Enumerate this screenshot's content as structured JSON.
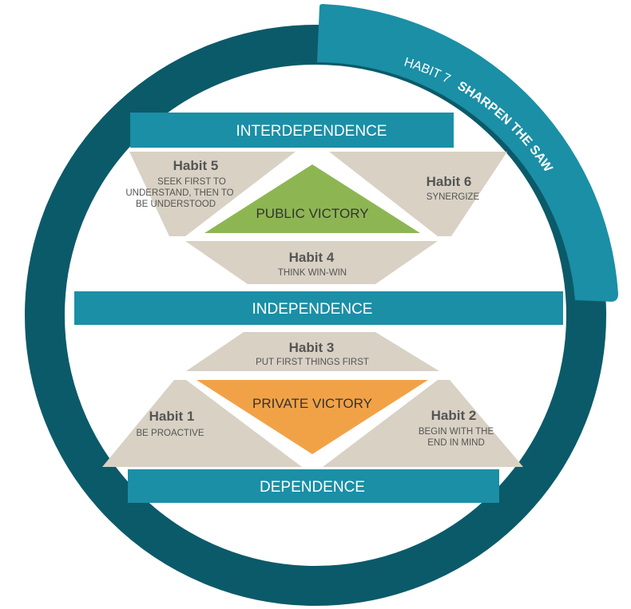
{
  "colors": {
    "ring_dark": "#0b5a69",
    "ring_light": "#1a8fa6",
    "band": "#1a8fa6",
    "habit_fill": "#d8d1c4",
    "public_victory": "#8db653",
    "private_victory": "#f2a246"
  },
  "bands": {
    "interdependence": "INTERDEPENDENCE",
    "independence": "INDEPENDENCE",
    "dependence": "DEPENDENCE"
  },
  "victories": {
    "public": "PUBLIC VICTORY",
    "private": "PRIVATE VICTORY"
  },
  "habits": {
    "h1": {
      "title": "Habit 1",
      "desc": [
        "BE PROACTIVE"
      ]
    },
    "h2": {
      "title": "Habit 2",
      "desc": [
        "BEGIN WITH THE",
        "END IN MIND"
      ]
    },
    "h3": {
      "title": "Habit 3",
      "desc": [
        "PUT FIRST THINGS FIRST"
      ]
    },
    "h4": {
      "title": "Habit 4",
      "desc": [
        "THINK WIN-WIN"
      ]
    },
    "h5": {
      "title": "Habit 5",
      "desc": [
        "SEEK FIRST TO",
        "UNDERSTAND, THEN TO",
        "BE UNDERSTOOD"
      ]
    },
    "h6": {
      "title": "Habit 6",
      "desc": [
        "SYNERGIZE"
      ]
    }
  },
  "habit7": {
    "label": "HABIT 7",
    "title": "SHARPEN THE SAW"
  }
}
